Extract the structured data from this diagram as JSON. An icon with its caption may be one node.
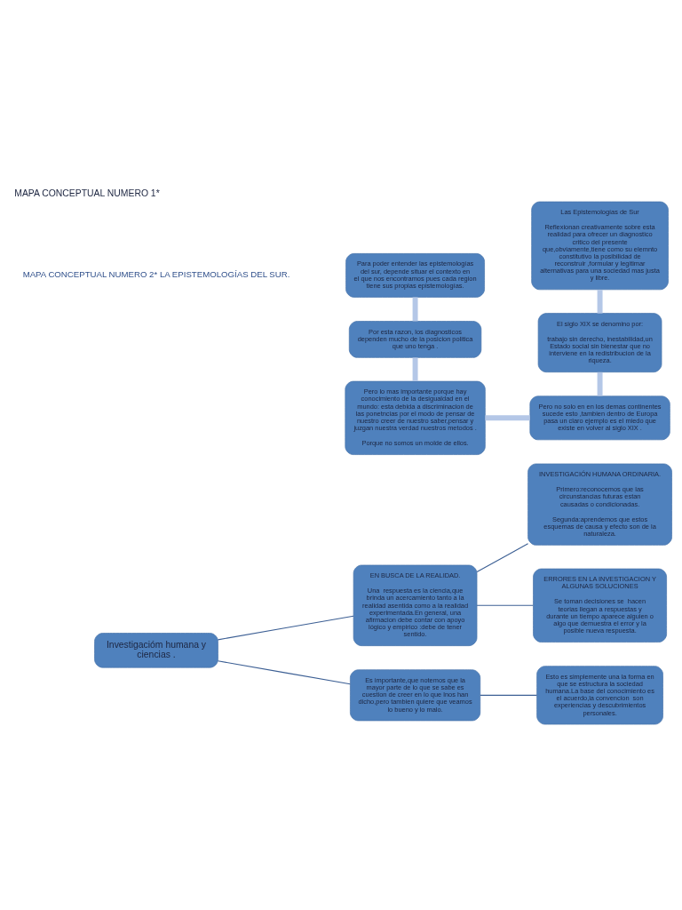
{
  "diagram": {
    "title": "MAPA CONCEPTUAL NUMERO 1*",
    "nodes": [
      {
        "text": [
          "Investigacióm humana y ciencias ."
        ]
      },
      {
        "text": [
          "EN BUSCA DE LA REALIDAD.",
          "Una  respuesta es la ciencia,que brinda un acercamiento tanto a la realidad asentida como a la realidad experimentada.En general, una afirmacion debe contar con apoyo lógico y empirico :debe de tener sentido."
        ]
      },
      {
        "text": [
          "INVESTIGACIÓN HUMANA ORDINARIA.",
          "Primero:reconocemos que las circunstancias futuras estan causadas o condicionadas.",
          "Segunda:aprendemos que estos esquemas de causa y efecto son de la naturaleza."
        ]
      },
      {
        "text": [
          "ERRORES EN LA INVESTIGACION Y ALGUNAS SOLUCIONES",
          "Se toman decisiones se  hacen teorias llegan a respuestas y durante un tiempo aparece alguien o algo que demuestra el error y la posible nueva respuesta."
        ]
      },
      {
        "text": [
          "Es importante,que notemos que la mayor parte de lo que se sabe es cuestion de creer en lo que lnos han dicho,pero tambien quiere que veamos lo bueno y lo malo."
        ]
      },
      {
        "text": [
          "Esto es simplemente una la forma en que se estructura la sociedad humana.La base del conocimiento es el acuerdo,la convencion  son experiencias y descubrimientos personales."
        ]
      },
      {
        "text": [
          "Para poder entender las epistemologías del sur, depende situar el contexto en el que nos encontramos pues cada region tiene sus propias epistemologías."
        ]
      },
      {
        "text": [
          "Las Epistemologías de Sur",
          "Reflexionan creativamente sobre esta realidad para ofrecer un diagnostico critico del presente que,obviamente,tiene como su elemnto constitutivo la posibilidad de reconstruir ,formular y legitimar alternativas para una sociedad mas justa y libre."
        ]
      },
      {
        "text": [
          "Por esta razon, los diagnosticos dependen mucho de la posicion politica que uno tenga ."
        ]
      },
      {
        "text": [
          "El siglo XIX se denomino por:",
          "trabajo sin derecho, inestabilidad,un Estado social sin bienestar que no interviene en la redistribucion de la riqueza."
        ]
      },
      {
        "text": [
          "Pero lo mas importante porque hay conocimiento de la desigualdad en el mundo: esta debida a discriminacion de las ponetncias por el modo de pensar de nuestro creer de nuestro saber,pensar y juzgan nuestra verdad nuestros metodos .",
          "Porque no somos un molde de ellos."
        ]
      },
      {
        "text": [
          "Pero no solo en en los demas continentes sucede esto ,tambien dentro de Europa pasa un claro ejemplo es el miedo que existe en volver al siglo XIX ."
        ]
      }
    ],
    "edges": [
      {
        "from": 0,
        "to": 1,
        "arrow": "none"
      },
      {
        "from": 0,
        "to": 4,
        "arrow": "none"
      },
      {
        "from": 1,
        "to": 2,
        "arrow": "none"
      },
      {
        "from": 1,
        "to": 3,
        "arrow": "none"
      },
      {
        "from": 4,
        "to": 5,
        "arrow": "none"
      },
      {
        "from": 6,
        "to": 8,
        "arrow": "none",
        "style": "thick",
        "color": "#b4c7e7"
      },
      {
        "from": 7,
        "to": 9,
        "arrow": "none",
        "style": "thick",
        "color": "#b4c7e7"
      },
      {
        "from": 8,
        "to": 10,
        "arrow": "none",
        "style": "thick",
        "color": "#b4c7e7"
      },
      {
        "from": 10,
        "to": 11,
        "arrow": "none",
        "style": "thick",
        "color": "#b4c7e7"
      },
      {
        "from": 9,
        "to": 11,
        "arrow": "none",
        "style": "thick",
        "color": "#b4c7e7"
      }
    ],
    "labels": [
      "MAPA CONCEPTUAL NUMERO 2* LA EPISTEMOLOGÍAS DEL SUR."
    ]
  }
}
